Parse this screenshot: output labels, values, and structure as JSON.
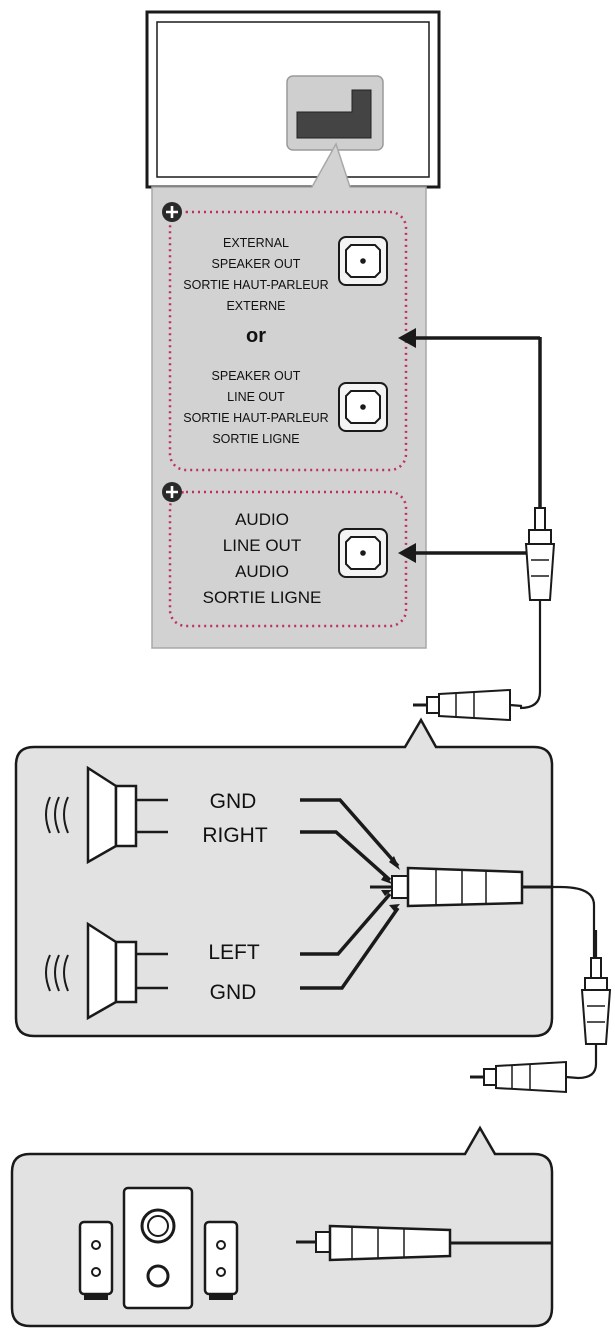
{
  "panel": {
    "external_out": {
      "lines": [
        "EXTERNAL",
        "SPEAKER OUT",
        "SORTIE HAUT-PARLEUR",
        "EXTERNE"
      ]
    },
    "or_label": "or",
    "speaker_out": {
      "lines": [
        "SPEAKER OUT",
        "LINE OUT",
        "SORTIE HAUT-PARLEUR",
        "SORTIE LIGNE"
      ]
    },
    "audio_out": {
      "lines": [
        "AUDIO",
        "LINE OUT",
        "AUDIO",
        "SORTIE LIGNE"
      ]
    }
  },
  "speakers": {
    "gnd_top": "GND",
    "right": "RIGHT",
    "left": "LEFT",
    "gnd_bottom": "GND"
  },
  "colors": {
    "panel_gray": "#d2d2d2",
    "box_gray": "#e2e2e2",
    "dotted_border": "#c0305a",
    "stroke": "#1a1a1a"
  }
}
